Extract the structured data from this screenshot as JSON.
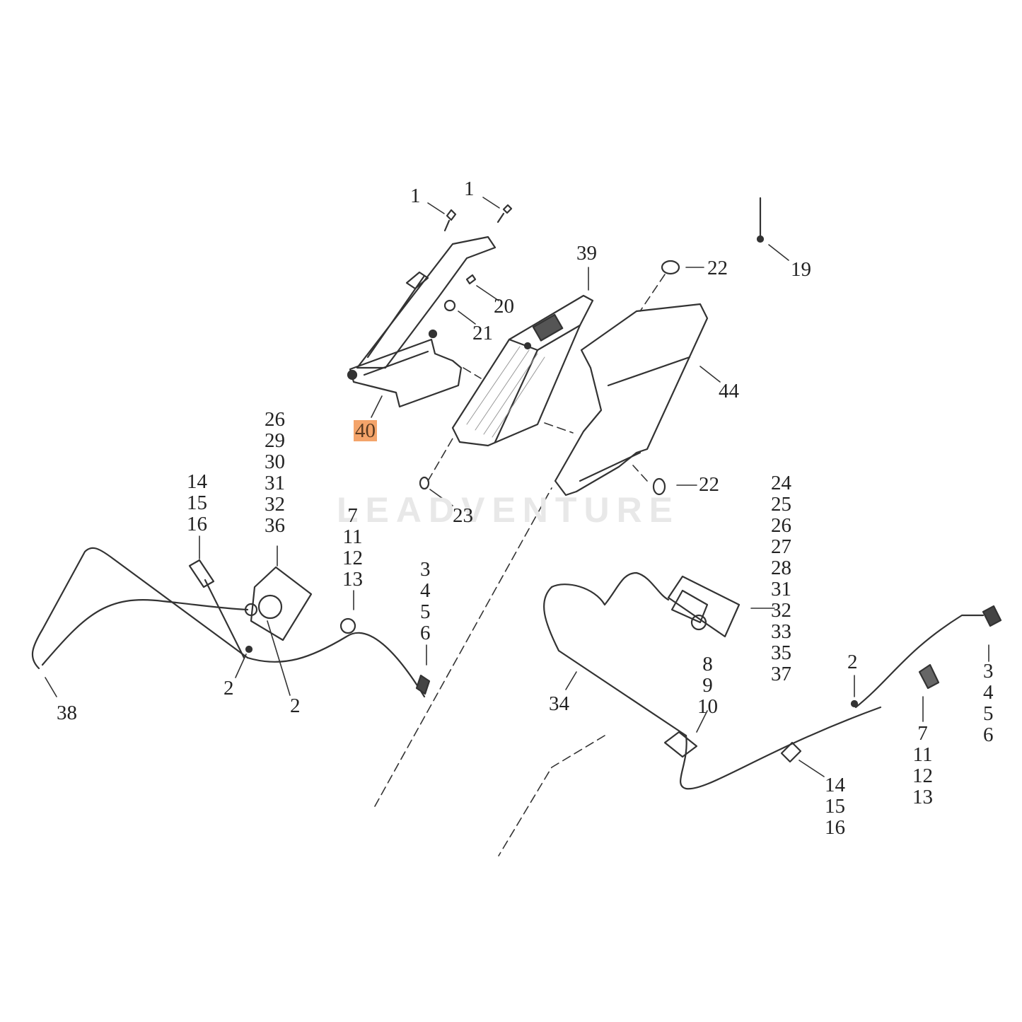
{
  "diagram": {
    "type": "exploded-parts-diagram",
    "highlighted_part": "40",
    "highlight_color": "#f4a46a",
    "watermark": "LEADVENTURE",
    "callouts": {
      "c1a": "1",
      "c1b": "1",
      "c19": "19",
      "c20": "20",
      "c21": "21",
      "c22a": "22",
      "c22b": "22",
      "c23": "23",
      "c39": "39",
      "c40": "40",
      "c44": "44",
      "c38": "38",
      "c34": "34",
      "c2a": "2",
      "c2b": "2",
      "c2c": "2"
    },
    "stacks": {
      "left_lamp": [
        "26",
        "29",
        "30",
        "31",
        "32",
        "36"
      ],
      "left_connector_14": [
        "14",
        "15",
        "16"
      ],
      "left_connector_7": [
        "7",
        "11",
        "12",
        "13"
      ],
      "left_connector_3": [
        "3",
        "4",
        "5",
        "6"
      ],
      "right_lamp": [
        "24",
        "25",
        "26",
        "27",
        "28",
        "31",
        "32",
        "33",
        "35",
        "37"
      ],
      "right_socket_8": [
        "8",
        "9",
        "10"
      ],
      "right_connector_3": [
        "3",
        "4",
        "5",
        "6"
      ],
      "right_connector_7": [
        "7",
        "11",
        "12",
        "13"
      ],
      "right_connector_14": [
        "14",
        "15",
        "16"
      ]
    }
  }
}
